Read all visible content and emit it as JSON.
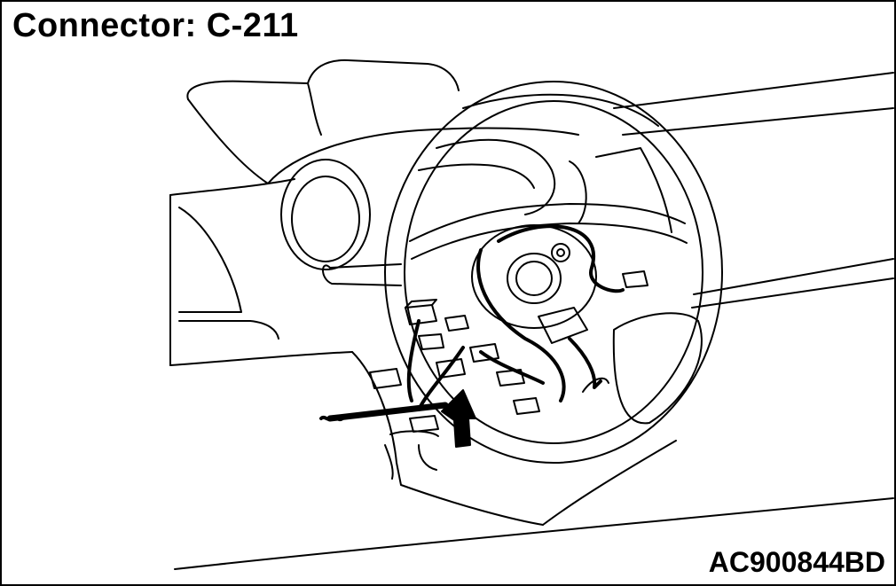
{
  "title": "Connector: C-211",
  "figure_code": "AC900844BD",
  "colors": {
    "line": "#000000",
    "background": "#ffffff"
  },
  "illustration": "steering-column-area"
}
